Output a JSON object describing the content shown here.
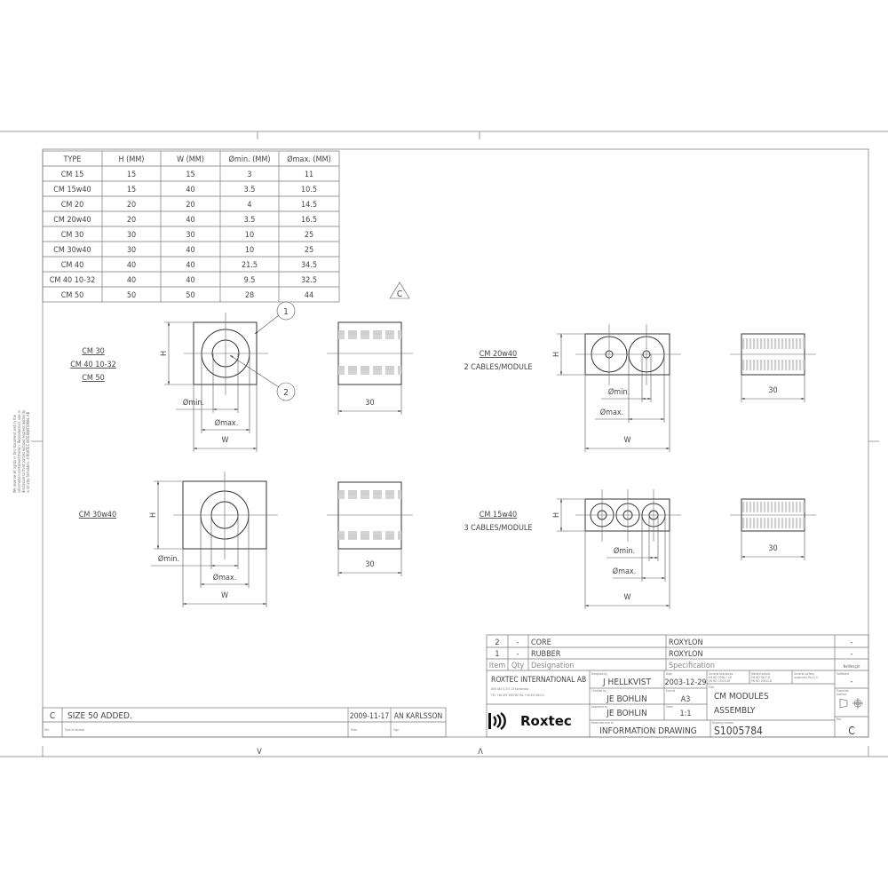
{
  "sheet": {
    "copyright_notice": [
      "We reserve all rights in this document and in the",
      "information contained therein. Reproduction, use or",
      "disclosure to third parties without express authority",
      "is strictly forbidden. ©ROXTEC INTERNATIONAL AB"
    ],
    "revision_marker": "C"
  },
  "size_table": {
    "headers": [
      "TYPE",
      "H (MM)",
      "W (MM)",
      "Ømin. (MM)",
      "Ømax. (MM)"
    ],
    "rows": [
      [
        "CM 15",
        "15",
        "15",
        "3",
        "11"
      ],
      [
        "CM 15w40",
        "15",
        "40",
        "3.5",
        "10.5"
      ],
      [
        "CM 20",
        "20",
        "20",
        "4",
        "14.5"
      ],
      [
        "CM 20w40",
        "20",
        "40",
        "3.5",
        "16.5"
      ],
      [
        "CM 30",
        "30",
        "30",
        "10",
        "25"
      ],
      [
        "CM 30w40",
        "30",
        "40",
        "10",
        "25"
      ],
      [
        "CM 40",
        "40",
        "40",
        "21.5",
        "34.5"
      ],
      [
        "CM 40 10-32",
        "40",
        "40",
        "9.5",
        "32.5"
      ],
      [
        "CM 50",
        "50",
        "50",
        "28",
        "44"
      ]
    ]
  },
  "dimensions": {
    "h": "H",
    "w": "W",
    "dmin": "Ømin.",
    "dmax": "Ømax.",
    "length": "30"
  },
  "balloons": [
    "1",
    "2"
  ],
  "views": {
    "view1_labels": [
      "CM 30",
      "CM 40 10-32",
      "CM 50"
    ],
    "view2_labels": [
      "CM 30w40"
    ],
    "view3_labels": [
      "CM 20w40",
      "2 CABLES/MODULE"
    ],
    "view4_labels": [
      "CM 15w40",
      "3 CABLES/MODULE"
    ]
  },
  "revision_block": {
    "rev": "C",
    "description": "SIZE 50 ADDED.",
    "date": "2009-11-17",
    "sign": "AN KARLSSON",
    "labels": {
      "rev": "Rev",
      "type": "Type of revision",
      "date": "Date",
      "sign": "Sign"
    }
  },
  "bom": {
    "rows": [
      {
        "item": "2",
        "qty": "-",
        "designation": "CORE",
        "specification": "ROXYLON",
        "weight": "-"
      },
      {
        "item": "1",
        "qty": "-",
        "designation": "RUBBER",
        "specification": "ROXYLON",
        "weight": "-"
      }
    ],
    "headers": {
      "item": "Item",
      "qty": "Qty",
      "designation": "Designation",
      "specification": "Specification",
      "weight": "NetWeight"
    }
  },
  "title_block": {
    "company": "ROXTEC INTERNATIONAL AB",
    "address": "BOX 540   S-371 23 Karlskrona",
    "phone": "TEL  +46 455 366700   FAX  +46 455 82012",
    "logo_text": "Roxtec",
    "designed_by_label": "Designed by",
    "designed_by": "J HELLKVIST",
    "checked_by_label": "Checked by",
    "checked_by": "JE BOHLIN",
    "approved_by_label": "Approved by",
    "approved_by": "JE BOHLIN",
    "restricted_label": "Restricted due to",
    "restricted": "INFORMATION DRAWING",
    "date_label": "Date",
    "date": "2003-12-29",
    "format_label": "Format",
    "format": "A3",
    "scale_label": "Scale",
    "scale": "1:1",
    "tolerances_label": "General tolerances",
    "tolerances": [
      "EN ISO 2768-1 c/K",
      "EN ISO 13920-BF"
    ],
    "welded_label": "Welded details",
    "welded": [
      "EN ISO 5817-B",
      "EN ISO 10042-B"
    ],
    "surface_label": "General surface",
    "surface": "roughness Ra 12.5",
    "title_label": "Title",
    "title_line1": "CM MODULES",
    "title_line2": "ASSEMBLY",
    "drawing_number_label": "Drawing number",
    "drawing_number": "S1005784",
    "tot_weight_label": "TotWeight",
    "tot_weight": "-",
    "projection_label": [
      "Projection",
      "method"
    ],
    "rev_label": "Rev",
    "rev": "C"
  }
}
